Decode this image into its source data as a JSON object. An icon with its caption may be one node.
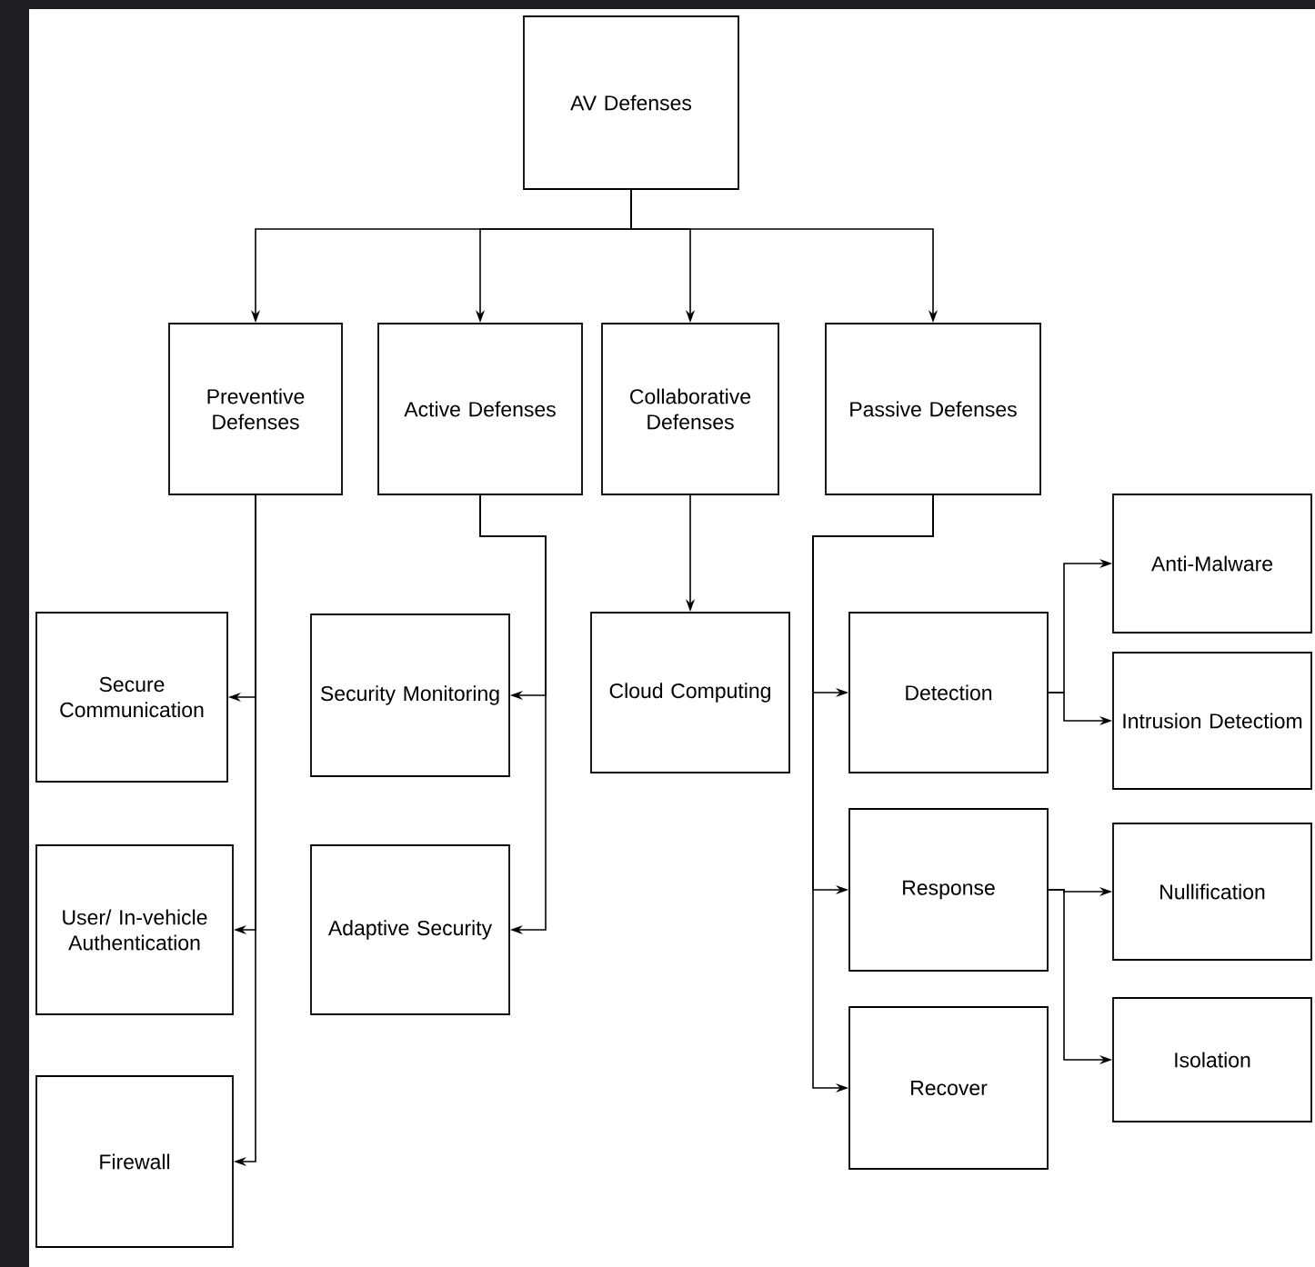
{
  "diagram": {
    "nodes": [
      {
        "text": [
          "AV Defenses"
        ]
      },
      {
        "text": [
          "Preventive Defenses"
        ]
      },
      {
        "text": [
          "Active Defenses"
        ]
      },
      {
        "text": [
          "Collaborative Defenses"
        ]
      },
      {
        "text": [
          "Passive Defenses"
        ]
      },
      {
        "text": [
          "Anti-Malware"
        ]
      },
      {
        "text": [
          "Secure Communication"
        ]
      },
      {
        "text": [
          "Security Monitoring"
        ]
      },
      {
        "text": [
          "Cloud Computing"
        ]
      },
      {
        "text": [
          "Detection"
        ]
      },
      {
        "text": [
          "Intrusion Detectiom"
        ]
      },
      {
        "text": [
          "User/ In-vehicle Authentication"
        ]
      },
      {
        "text": [
          "Adaptive Security"
        ]
      },
      {
        "text": [
          "Response"
        ]
      },
      {
        "text": [
          "Nullification"
        ]
      },
      {
        "text": [
          "Isolation"
        ]
      },
      {
        "text": [
          "Firewall"
        ]
      },
      {
        "text": [
          "Recover"
        ]
      }
    ],
    "edges": [
      {
        "from": 0,
        "to": 1,
        "arrow": "to"
      },
      {
        "from": 0,
        "to": 2,
        "arrow": "to"
      },
      {
        "from": 0,
        "to": 3,
        "arrow": "to"
      },
      {
        "from": 0,
        "to": 4,
        "arrow": "to"
      },
      {
        "from": 1,
        "to": 6,
        "arrow": "to"
      },
      {
        "from": 1,
        "to": 11,
        "arrow": "to"
      },
      {
        "from": 1,
        "to": 16,
        "arrow": "to"
      },
      {
        "from": 2,
        "to": 7,
        "arrow": "to"
      },
      {
        "from": 2,
        "to": 12,
        "arrow": "to"
      },
      {
        "from": 3,
        "to": 8,
        "arrow": "to"
      },
      {
        "from": 4,
        "to": 9,
        "arrow": "to"
      },
      {
        "from": 4,
        "to": 13,
        "arrow": "to"
      },
      {
        "from": 4,
        "to": 17,
        "arrow": "to"
      },
      {
        "from": 9,
        "to": 5,
        "arrow": "to"
      },
      {
        "from": 9,
        "to": 10,
        "arrow": "to"
      },
      {
        "from": 13,
        "to": 14,
        "arrow": "to"
      },
      {
        "from": 13,
        "to": 15,
        "arrow": "to"
      }
    ]
  }
}
